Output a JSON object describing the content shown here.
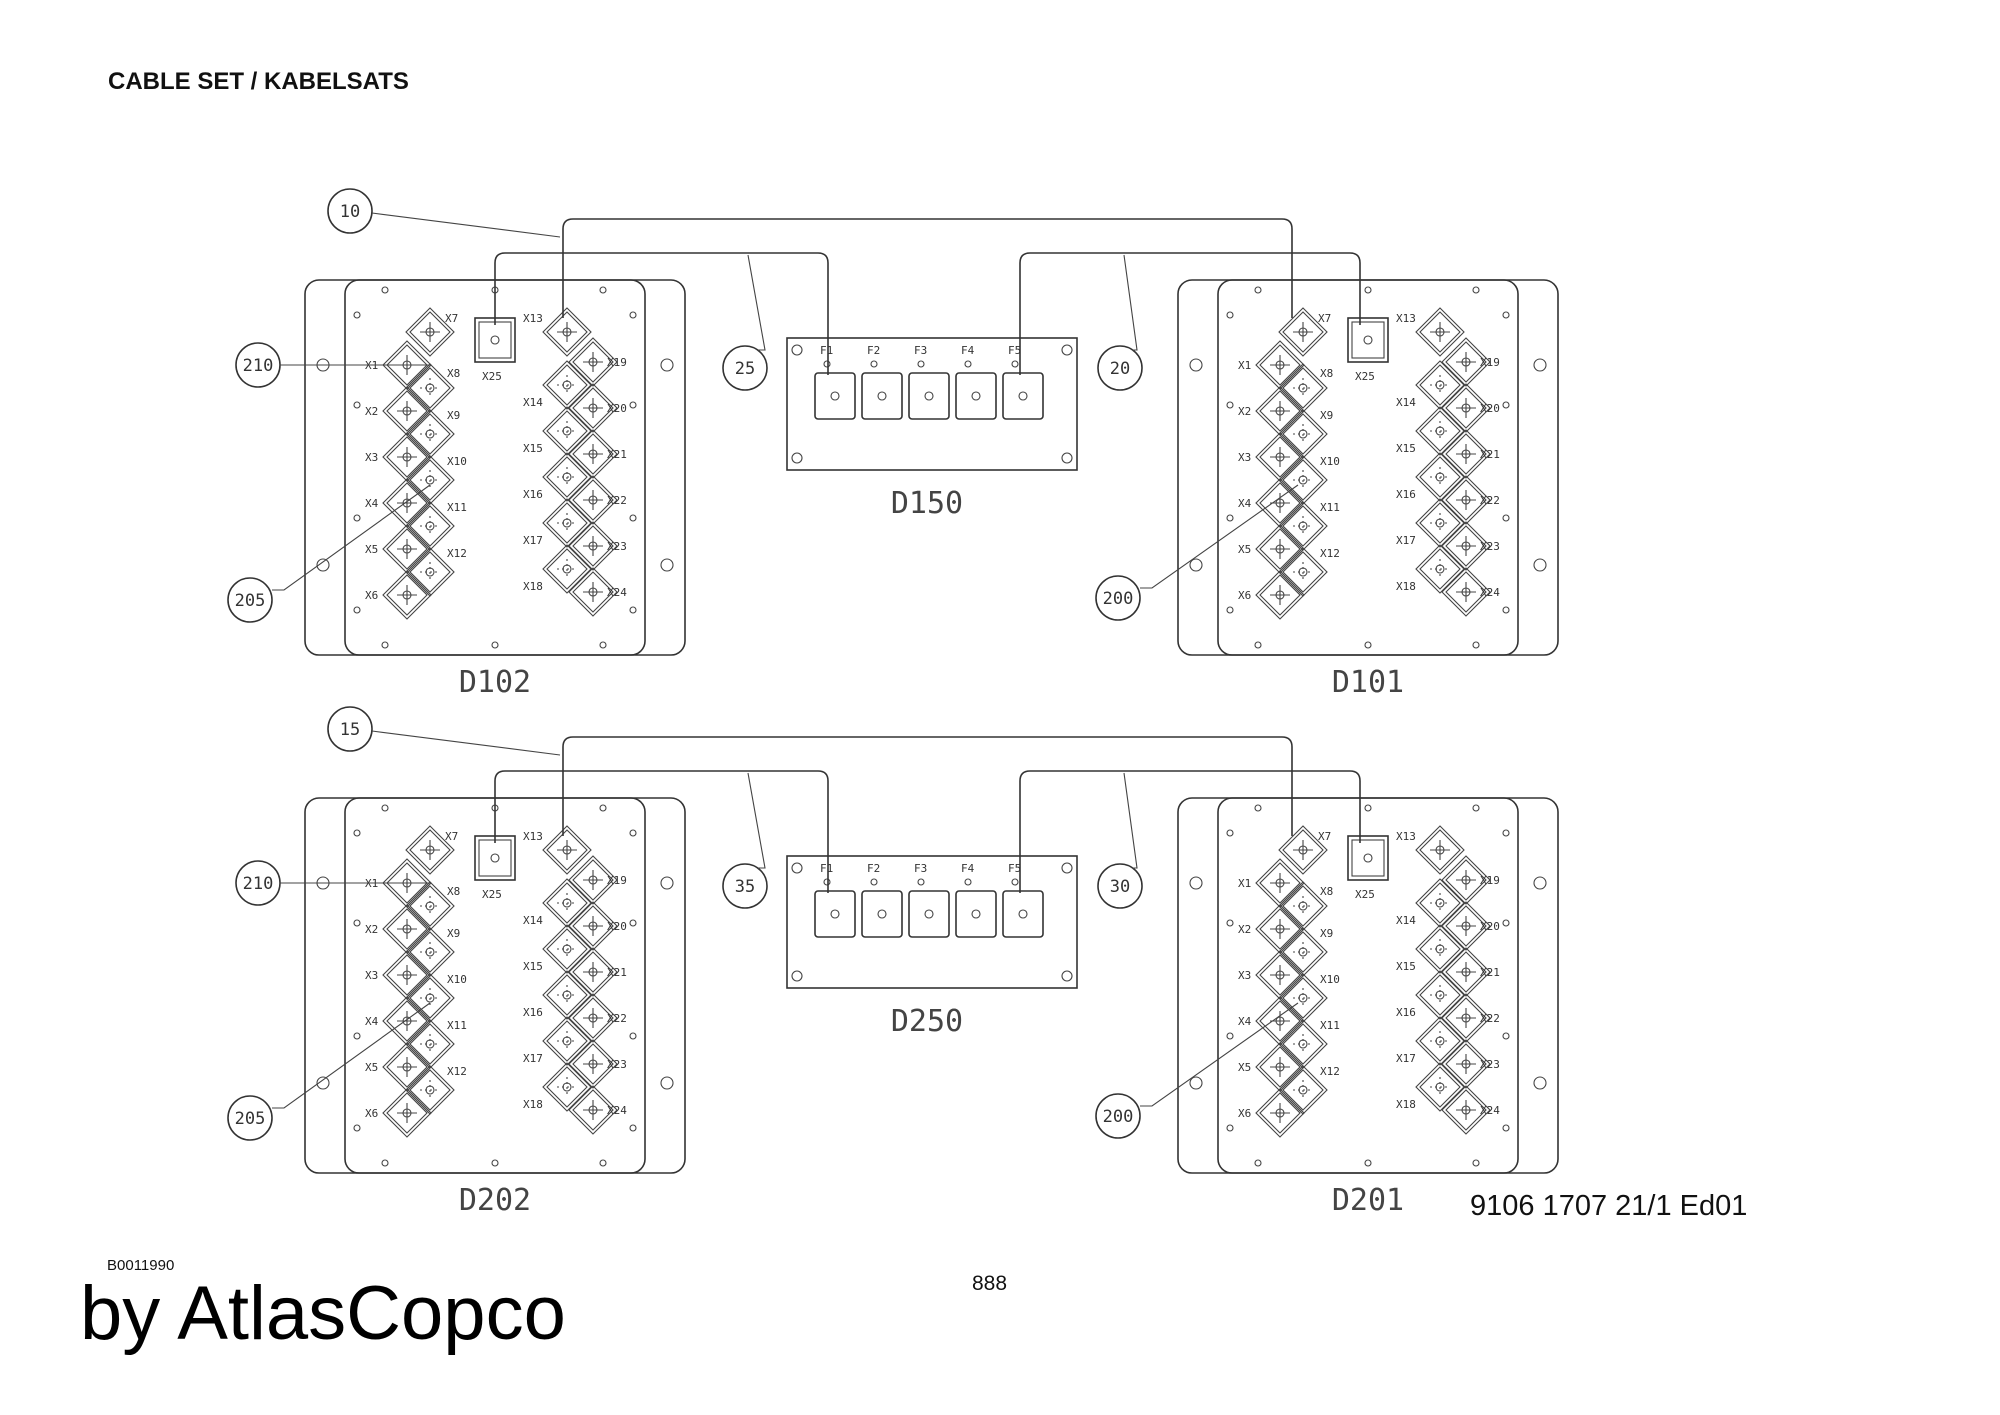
{
  "header": {
    "title": "CABLE SET / KABELSATS"
  },
  "footer": {
    "doc_id": "B0011990",
    "brand": "by AtlasCopco",
    "page_number": "888",
    "part_number": "9106 1707 21/1 Ed01"
  },
  "diagram": {
    "boxes": [
      {
        "name": "D102"
      },
      {
        "name": "D101"
      },
      {
        "name": "D202"
      },
      {
        "name": "D201"
      }
    ],
    "fuse_panels": [
      {
        "name": "D150"
      },
      {
        "name": "D250"
      }
    ],
    "connector_labels_left": [
      "X1",
      "X2",
      "X3",
      "X4",
      "X5",
      "X6"
    ],
    "connector_labels_mid": [
      "X7",
      "X8",
      "X9",
      "X10",
      "X11",
      "X12"
    ],
    "connector_labels_right_a": [
      "X13",
      "X14",
      "X15",
      "X16",
      "X17",
      "X18"
    ],
    "connector_labels_right_b": [
      "X19",
      "X20",
      "X21",
      "X22",
      "X23",
      "X24"
    ],
    "center_connector": "X25",
    "fuse_labels": [
      "F1",
      "F2",
      "F3",
      "F4",
      "F5"
    ],
    "callouts_top": {
      "cable_long": "10",
      "cable_left": "25",
      "cable_right": "20",
      "left_a": "210",
      "left_b": "205",
      "right_b": "200"
    },
    "callouts_bottom": {
      "cable_long": "15",
      "cable_left": "35",
      "cable_right": "30",
      "left_a": "210",
      "left_b": "205",
      "right_b": "200"
    }
  }
}
